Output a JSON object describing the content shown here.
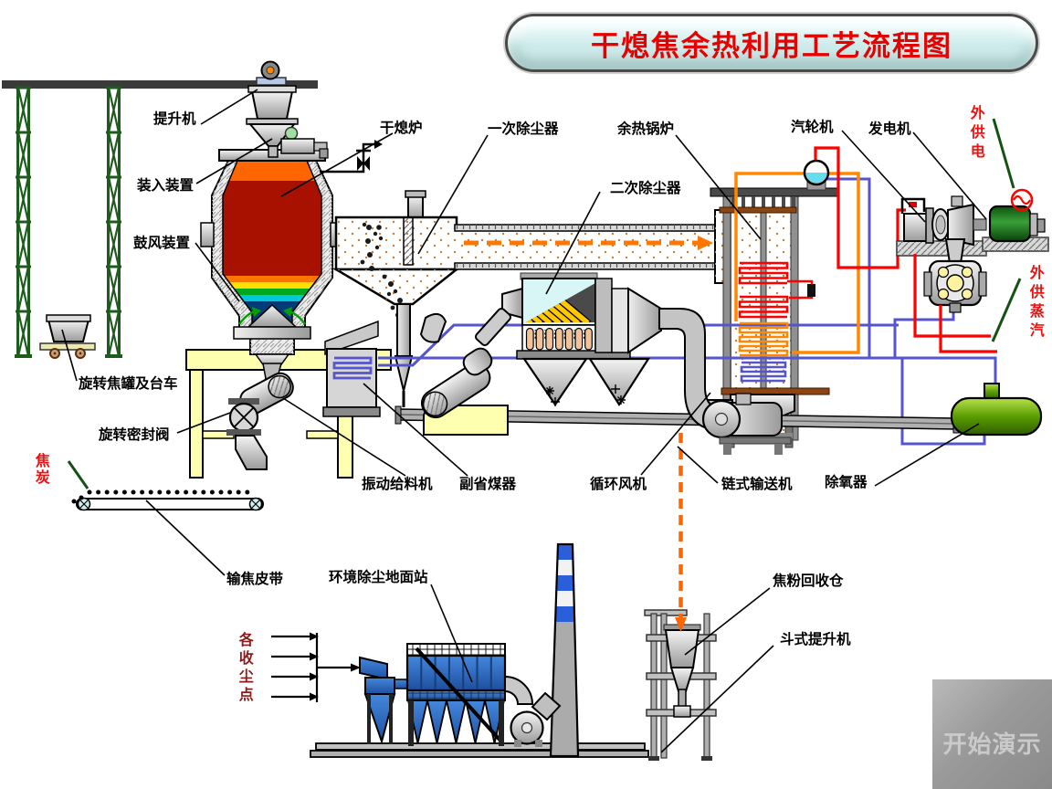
{
  "title": {
    "text": "干熄焦余热利用工艺流程图"
  },
  "start_button": {
    "label": "开始演示"
  },
  "labels": {
    "hoist": "提升机",
    "charging_device": "装入装置",
    "blower_device": "鼓风装置",
    "dry_quenching_furnace": "干熄炉",
    "primary_dust_collector": "一次除尘器",
    "waste_heat_boiler": "余热锅炉",
    "secondary_dust_collector": "二次除尘器",
    "steam_turbine": "汽轮机",
    "generator": "发电机",
    "external_power": "外供电",
    "external_steam": "外供蒸汽",
    "rotating_coke_tank_trolley": "旋转焦罐及台车",
    "rotating_seal_valve": "旋转密封阀",
    "coke": "焦炭",
    "vibrating_feeder": "振动给料机",
    "auxiliary_economizer": "副省煤器",
    "circulation_fan": "循环风机",
    "chain_conveyor": "链式输送机",
    "deaerator": "除氧器",
    "coke_conveyor_belt": "输焦皮带",
    "environment_dedusting_station": "环境除尘地面站",
    "dust_collection_points": "各收尘点",
    "coke_powder_recovery_bin": "焦粉回收仓",
    "bucket_elevator": "斗式提升机"
  },
  "colors": {
    "title_red": "#e60000",
    "banner_fill": "#cdeceb",
    "label_red": "#f01010",
    "dust_points_darkred": "#8b1a1a",
    "pipe_red": "#ff0000",
    "pipe_orange": "#ff8800",
    "pipe_blue": "#5555cc",
    "flow_dash_orange": "#ff7700",
    "pointer_green": "#145214",
    "furnace_hot_red": "#a81000",
    "furnace_top_orange": "#ff6600",
    "furnace_cool_navy": "#003c78",
    "tower_green": "#1e5c1e",
    "generator_green": "#1f7a1f",
    "tank_green": "#5a9e00",
    "baghouse_blue": "#2f6fbf",
    "chimney_blue": "#2b5fd9",
    "platform_yellow": "#ffffb0",
    "button_text": "#cacaca"
  }
}
